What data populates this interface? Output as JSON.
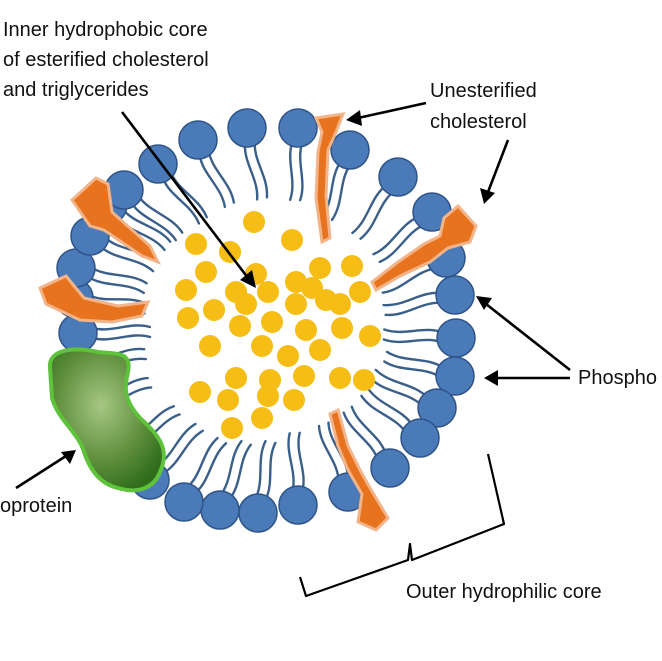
{
  "labels": {
    "core_line1": "Inner hydrophobic  core",
    "core_line2": "of esterified cholesterol",
    "core_line3": "and triglycerides",
    "unest_line1": "Unesterified",
    "unest_line2": "cholesterol",
    "phospholipid": "Phospho",
    "apoprotein": "oprotein",
    "outer": "Outer hydrophilic core"
  },
  "colors": {
    "phospholipid_head": "#4a7ab8",
    "phospholipid_head_edge": "#2f5488",
    "phospholipid_tail": "#3a5f8a",
    "lipid_core": "#f6bd14",
    "cholesterol": "#e8731e",
    "cholesterol_edge": "#f3b48a",
    "apoprotein_light": "#a6c784",
    "apoprotein_dark": "#2f6d1c",
    "apoprotein_edge": "#5ec23a",
    "text": "#111111",
    "background": "#ffffff"
  }
}
